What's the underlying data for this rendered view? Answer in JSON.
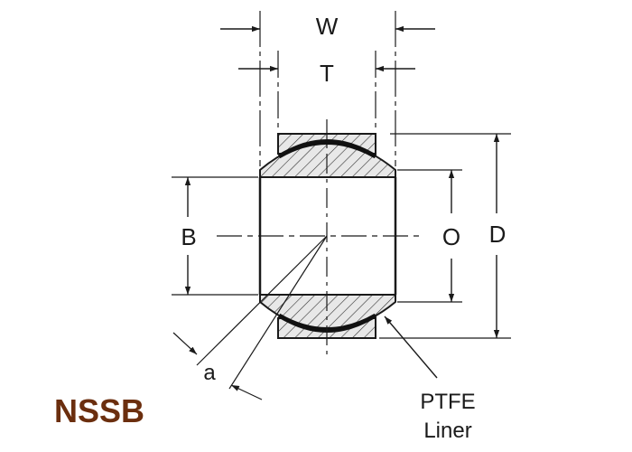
{
  "part": {
    "code": "NSSB",
    "code_color": "#6b2e0e"
  },
  "dimensions": {
    "width": "W",
    "thickness": "T",
    "bore": "B",
    "outer_ball": "O",
    "outer_diameter": "D",
    "angle": "a"
  },
  "callout": {
    "line1": "PTFE",
    "line2": "Liner"
  },
  "colors": {
    "ink": "#1a1a1a",
    "hatch_fill": "#e6e6e6",
    "liner": "#111111"
  }
}
